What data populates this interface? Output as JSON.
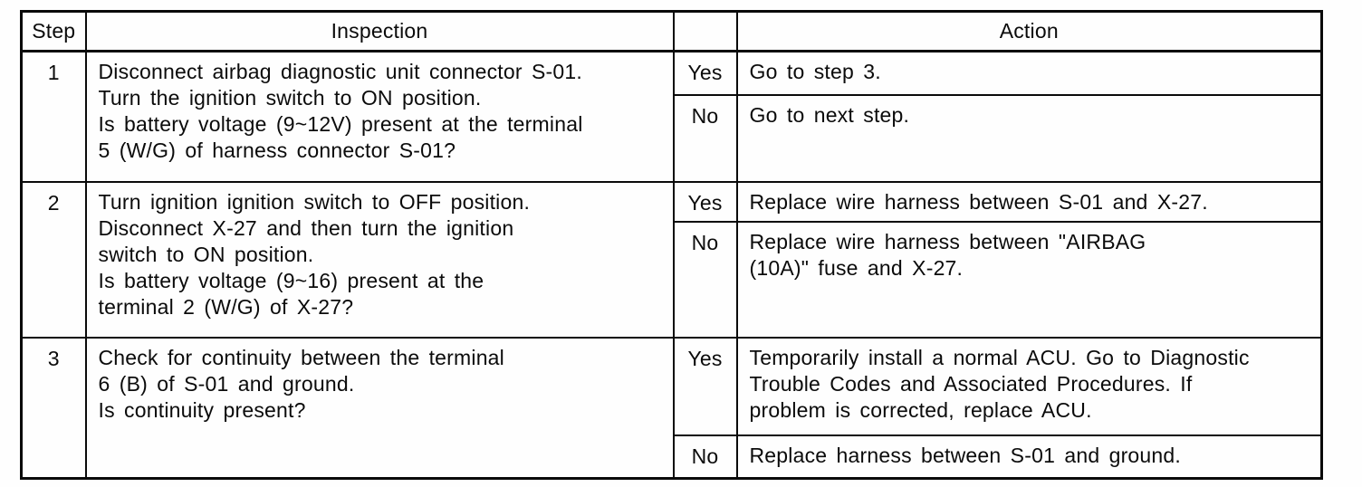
{
  "table": {
    "headers": {
      "step": "Step",
      "inspection": "Inspection",
      "yesno": "",
      "action": "Action"
    },
    "rows": [
      {
        "step": "1",
        "inspection": "Disconnect airbag diagnostic unit connector S-01.\nTurn the ignition switch to ON position.\nIs battery voltage (9~12V) present at the terminal\n5 (W/G) of harness connector S-01?",
        "yes_label": "Yes",
        "yes_action": "Go to step 3.",
        "no_label": "No",
        "no_action": "Go to next step."
      },
      {
        "step": "2",
        "inspection": "Turn ignition ignition switch to OFF position.\nDisconnect X-27 and then turn the ignition\nswitch to ON position.\nIs battery voltage (9~16) present at the\nterminal 2 (W/G) of X-27?",
        "yes_label": "Yes",
        "yes_action": "Replace wire harness between S-01 and X-27.",
        "no_label": "No",
        "no_action": "Replace wire harness between \"AIRBAG\n(10A)\" fuse and X-27."
      },
      {
        "step": "3",
        "inspection": "Check for continuity between the terminal\n6 (B) of S-01 and ground.\nIs continuity present?",
        "yes_label": "Yes",
        "yes_action": "Temporarily install a normal ACU. Go to Diagnostic\nTrouble Codes and Associated Procedures.  If\nproblem is corrected, replace ACU.",
        "no_label": "No",
        "no_action": "Replace harness between S-01 and ground."
      }
    ]
  }
}
